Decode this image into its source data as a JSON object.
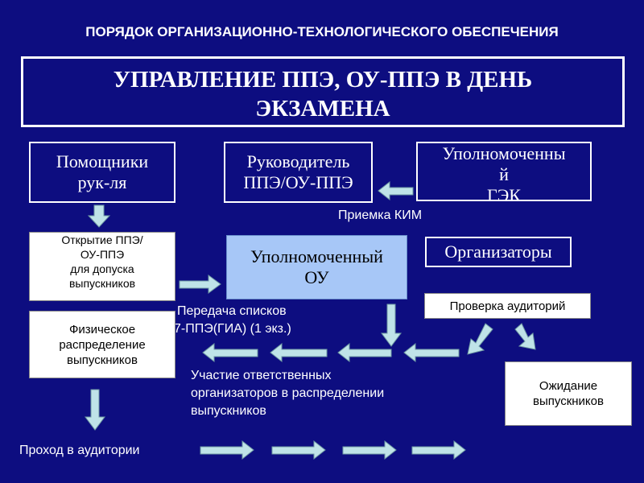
{
  "header": {
    "title": "ПОРЯДОК ОРГАНИЗАЦИОННО-ТЕХНОЛОГИЧЕСКОГО ОБЕСПЕЧЕНИЯ"
  },
  "main_box": {
    "line1": "УПРАВЛЕНИЕ ППЭ, ОУ-ППЭ В ДЕНЬ",
    "line2": "ЭКЗАМЕНА"
  },
  "nodes": {
    "assistants": {
      "line1": "Помощники",
      "line2": "рук-ля"
    },
    "head": {
      "line1": "Руководитель",
      "line2": "ППЭ/ОУ-ППЭ"
    },
    "gek": {
      "line1": "Уполномоченны",
      "line2": "й",
      "line3": "ГЭК"
    },
    "opening": {
      "line1": "Открытие ППЭ/",
      "line2": "ОУ-ППЭ",
      "line3": "для допуска",
      "line4": "выпускников"
    },
    "authorized_ou": {
      "line1": "Уполномоченный",
      "line2": "ОУ"
    },
    "organizers": {
      "text": "Организаторы"
    },
    "check_rooms": {
      "text": "Проверка аудиторий"
    },
    "physical": {
      "line1": "Физическое",
      "line2": "распределение",
      "line3": "выпускников"
    },
    "waiting": {
      "line1": "Ожидание",
      "line2": "выпускников"
    }
  },
  "labels": {
    "kim": "Приемка КИМ",
    "lists_line1": "Передача списков",
    "lists_line2": "7-ППЭ(ГИА) (1 экз.)",
    "participation_line1": "Участие ответственных",
    "participation_line2": "организаторов в распределении",
    "participation_line3": "выпускников",
    "pass": "Проход в аудитории"
  },
  "colors": {
    "background": "#0d0d80",
    "arrow": "#bfe3e8",
    "light_box": "#a7c7f7"
  }
}
